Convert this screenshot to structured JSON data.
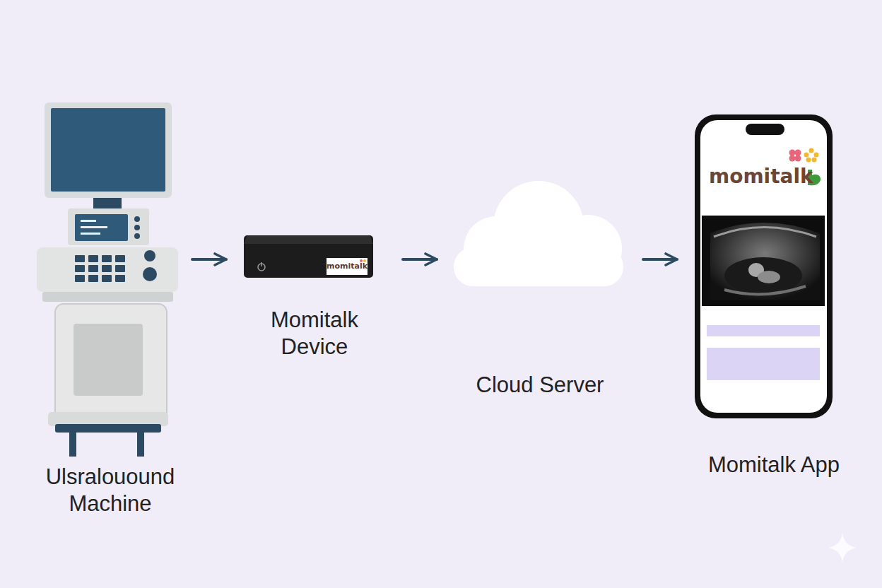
{
  "diagram": {
    "nodes": [
      {
        "text": [
          "Ulsralouound Machine"
        ]
      },
      {
        "text": [
          "momitalk",
          "Momitalk Device"
        ]
      },
      {
        "text": [
          "Cloud Server"
        ]
      },
      {
        "text": [
          "momitalk",
          "Momitalk App"
        ]
      }
    ],
    "edges": [
      {
        "from": 0,
        "to": 1,
        "arrow": "to"
      },
      {
        "from": 1,
        "to": 2,
        "arrow": "to"
      },
      {
        "from": 2,
        "to": 3,
        "arrow": "to"
      }
    ]
  }
}
